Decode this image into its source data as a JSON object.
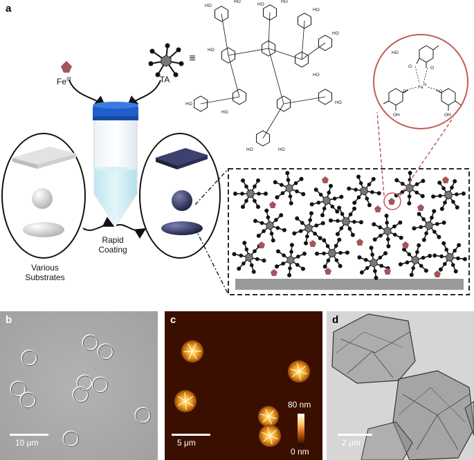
{
  "panel_a": {
    "letter": "a",
    "fe_label": "Fe",
    "fe_sup": "III",
    "ta_label": "TA",
    "equiv": "≡",
    "various_substrates": [
      "Various",
      "Substrates"
    ],
    "rapid_coating": [
      "Rapid",
      "Coating"
    ],
    "complex_fe": "Fe",
    "complex_fe_sup": "III",
    "oh": "HO",
    "oh2": "OH",
    "o": "O"
  },
  "panel_b": {
    "letter": "b",
    "scale_label": "10 μm"
  },
  "panel_c": {
    "letter": "c",
    "scale_label": "5 μm",
    "colorbar_max": "80 nm",
    "colorbar_min": "0 nm"
  },
  "panel_d": {
    "letter": "d",
    "scale_label": "2 μm"
  },
  "colors": {
    "fe_marker": "#a5545a",
    "tube_cap": "#1f5fcc",
    "coated": "#2b2f55",
    "magnify_circle": "#c25a5a",
    "afm_bg": "#3a0f00"
  }
}
